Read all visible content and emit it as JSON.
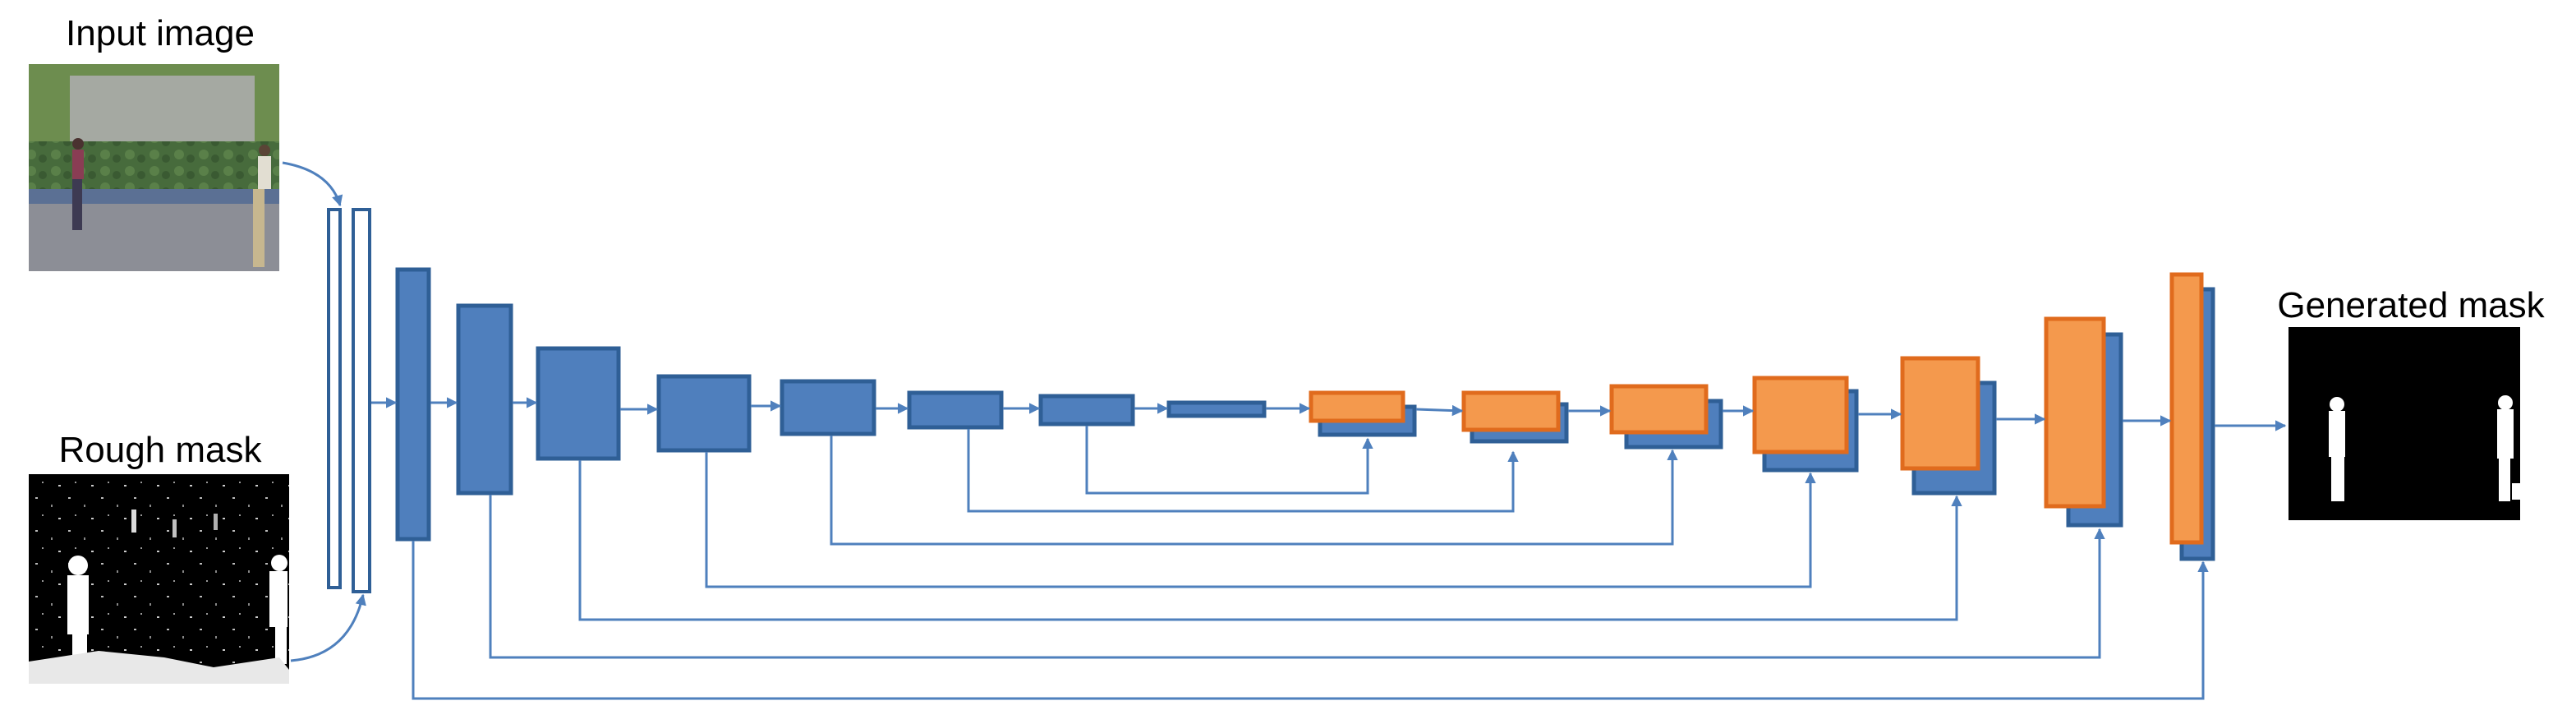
{
  "labels": {
    "input_image": "Input image",
    "rough_mask": "Rough mask",
    "generated_mask": "Generated mask"
  },
  "colors": {
    "encoder_fill": "#4f7fbd",
    "encoder_stroke": "#2f5f96",
    "decoder_fill": "#f4994d",
    "decoder_stroke": "#e06b1d",
    "arrow": "#4f80bd",
    "input_bar_fill": "#ffffff",
    "input_bar_stroke": "#2f5f96"
  }
}
